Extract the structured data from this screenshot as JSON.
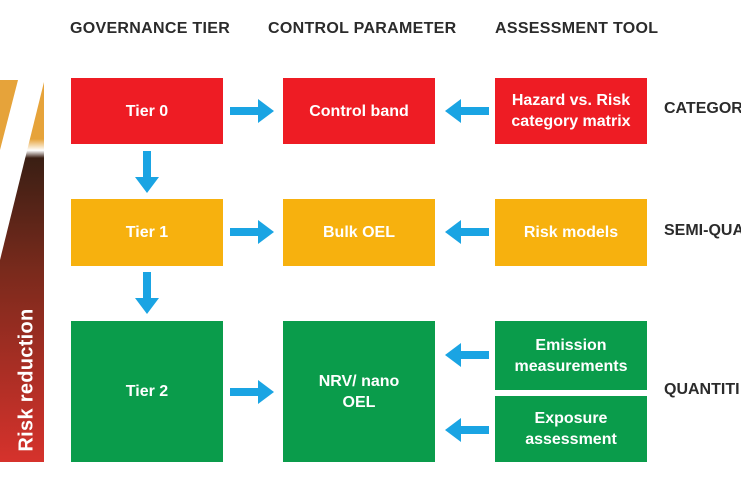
{
  "headers": {
    "tier": "GOVERNANCE TIER",
    "parameter": "CONTROL PARAMETER",
    "tool": "ASSESSMENT TOOL"
  },
  "tiers": [
    {
      "label": "Tier 0",
      "color": "#ee1c24"
    },
    {
      "label": "Tier 1",
      "color": "#f7b10e"
    },
    {
      "label": "Tier 2",
      "color": "#0a9c4b"
    }
  ],
  "parameters": [
    "Control band",
    "Bulk OEL",
    "NRV/ nano OEL"
  ],
  "tools": {
    "tier0": "Hazard vs. Risk category matrix",
    "tier1": "Risk models",
    "tier2a": "Emission measurements",
    "tier2b": "Exposure assessment"
  },
  "side_labels": [
    "CATEGOR",
    "SEMI-QUA",
    "QUANTITI"
  ],
  "risk_reduction": "Risk reduction",
  "colors": {
    "arrow": "#1aa4e3",
    "red": "#ee1c24",
    "yellow": "#f7b10e",
    "green": "#0a9c4b"
  }
}
